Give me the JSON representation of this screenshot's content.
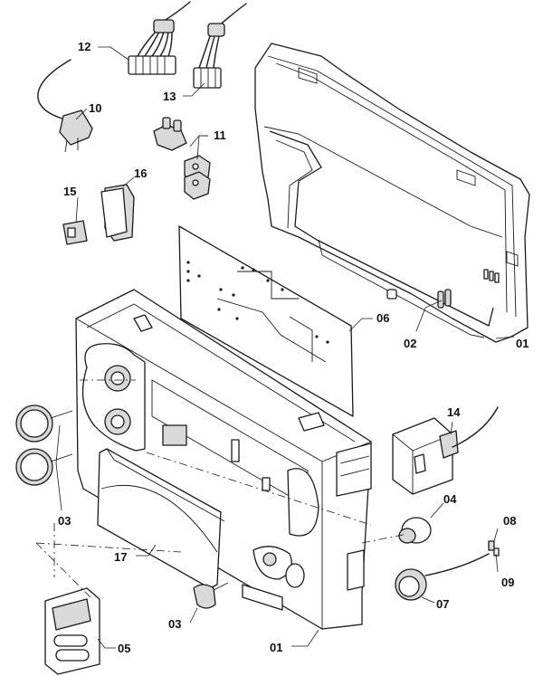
{
  "callouts": [
    {
      "id": "12",
      "label": "12"
    },
    {
      "id": "13",
      "label": "13"
    },
    {
      "id": "10",
      "label": "10"
    },
    {
      "id": "11",
      "label": "11"
    },
    {
      "id": "15",
      "label": "15"
    },
    {
      "id": "16",
      "label": "16"
    },
    {
      "id": "06",
      "label": "06"
    },
    {
      "id": "02",
      "label": "02"
    },
    {
      "id": "01-back",
      "label": "01"
    },
    {
      "id": "14",
      "label": "14"
    },
    {
      "id": "03-left",
      "label": "03"
    },
    {
      "id": "04",
      "label": "04"
    },
    {
      "id": "08",
      "label": "08"
    },
    {
      "id": "09",
      "label": "09"
    },
    {
      "id": "17",
      "label": "17"
    },
    {
      "id": "07",
      "label": "07"
    },
    {
      "id": "03-bottom",
      "label": "03"
    },
    {
      "id": "05",
      "label": "05"
    },
    {
      "id": "01-front",
      "label": "01"
    }
  ]
}
